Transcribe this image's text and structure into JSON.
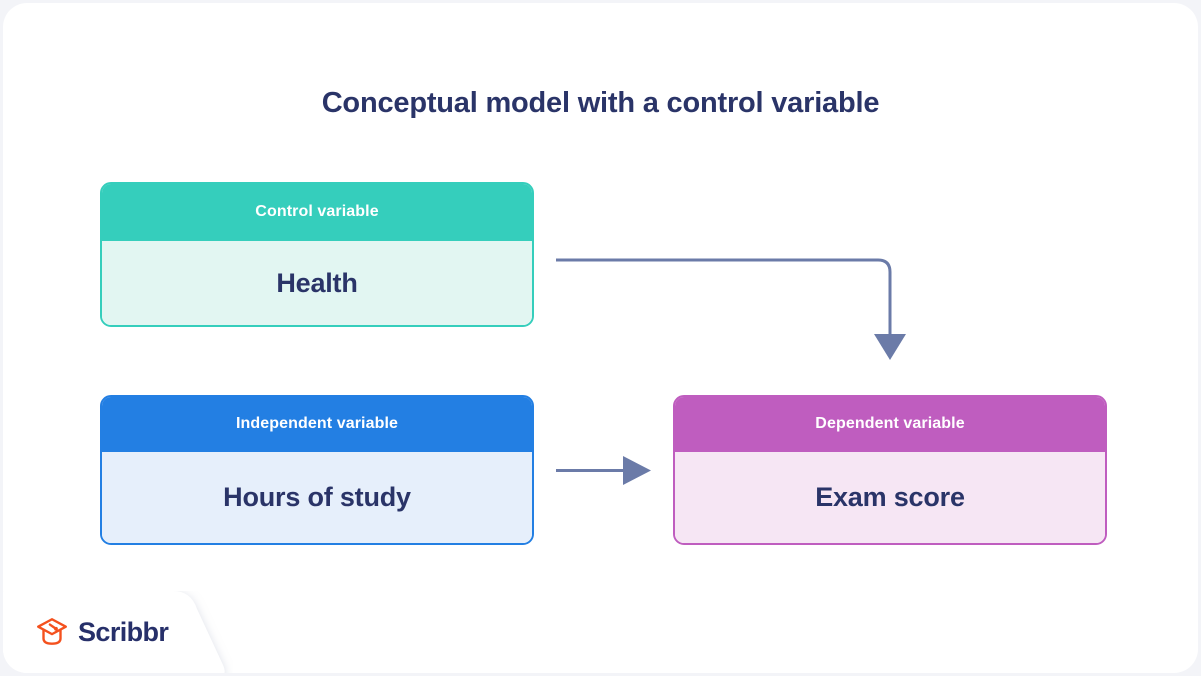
{
  "page": {
    "background_color": "#f3f4f8",
    "card_color": "#ffffff"
  },
  "diagram": {
    "title": "Conceptual model with a control variable",
    "title_color": "#2a3468",
    "boxes": [
      {
        "id": "control",
        "header_label": "Control variable",
        "value_label": "Health",
        "header_color": "#35cebc",
        "body_color": "#e2f6f2",
        "border_color": "#35cebc"
      },
      {
        "id": "independent",
        "header_label": "Independent variable",
        "value_label": "Hours of study",
        "header_color": "#237fe3",
        "body_color": "#e6effb",
        "border_color": "#237fe3"
      },
      {
        "id": "dependent",
        "header_label": "Dependent variable",
        "value_label": "Exam score",
        "header_color": "#bf5dbf",
        "body_color": "#f6e6f4",
        "border_color": "#bf5dbf"
      }
    ],
    "arrows": [
      {
        "id": "control-to-dependent",
        "from": "control",
        "to": "dependent",
        "shape": "elbow-down",
        "color": "#6b7ba8"
      },
      {
        "id": "independent-to-dependent",
        "from": "independent",
        "to": "dependent",
        "shape": "straight-right",
        "color": "#6b7ba8"
      }
    ]
  },
  "branding": {
    "name": "Scribbr",
    "logo_icon": "graduation-cap-icon",
    "logo_icon_color": "#f4511e",
    "wordmark_color": "#27306a"
  }
}
